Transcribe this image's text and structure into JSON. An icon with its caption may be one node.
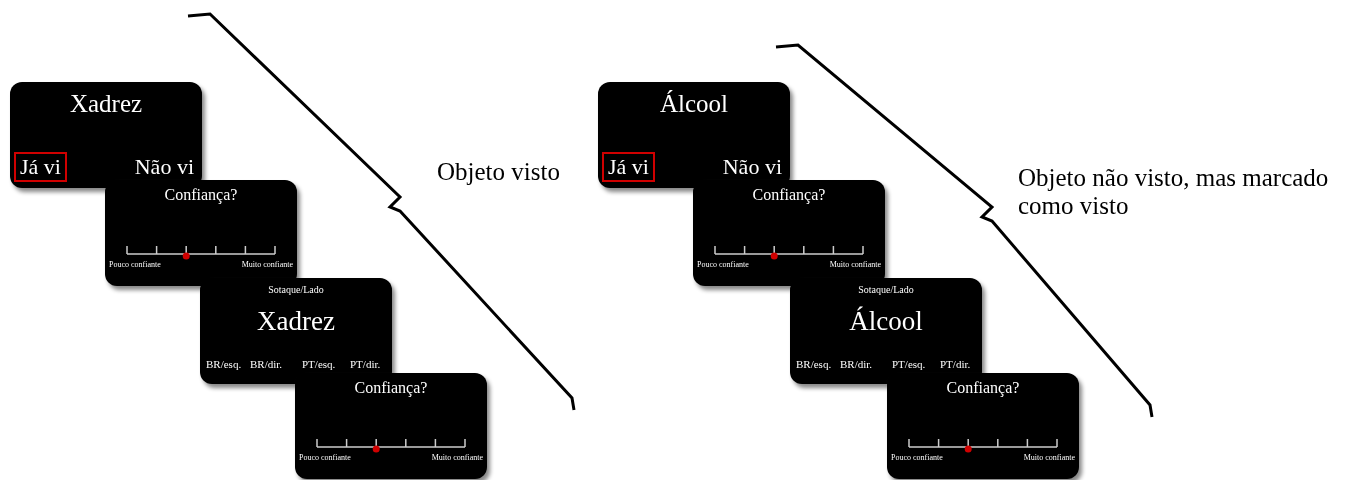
{
  "diagram": {
    "nodes": [
      {
        "text": [
          "Xadrez",
          "Já vi",
          "Não vi"
        ]
      },
      {
        "text": [
          "Confiança?",
          "Pouco confiante",
          "Muito confiante"
        ]
      },
      {
        "text": [
          "Sotaque/Lado",
          "Xadrez",
          "BR/esq.",
          "BR/dir.",
          "PT/esq.",
          "PT/dir."
        ]
      },
      {
        "text": [
          "Confiança?",
          "Pouco confiante",
          "Muito confiante"
        ]
      },
      {
        "text": [
          "Álcool",
          "Já vi",
          "Não vi"
        ]
      },
      {
        "text": [
          "Confiança?",
          "Pouco confiante",
          "Muito confiante"
        ]
      },
      {
        "text": [
          "Sotaque/Lado",
          "Álcool",
          "BR/esq.",
          "BR/dir.",
          "PT/esq.",
          "PT/dir."
        ]
      },
      {
        "text": [
          "Confiança?",
          "Pouco confiante",
          "Muito confiante"
        ]
      }
    ],
    "edges": [],
    "labels": [
      "Objeto visto",
      "Objeto não visto, mas marcado como visto"
    ]
  }
}
